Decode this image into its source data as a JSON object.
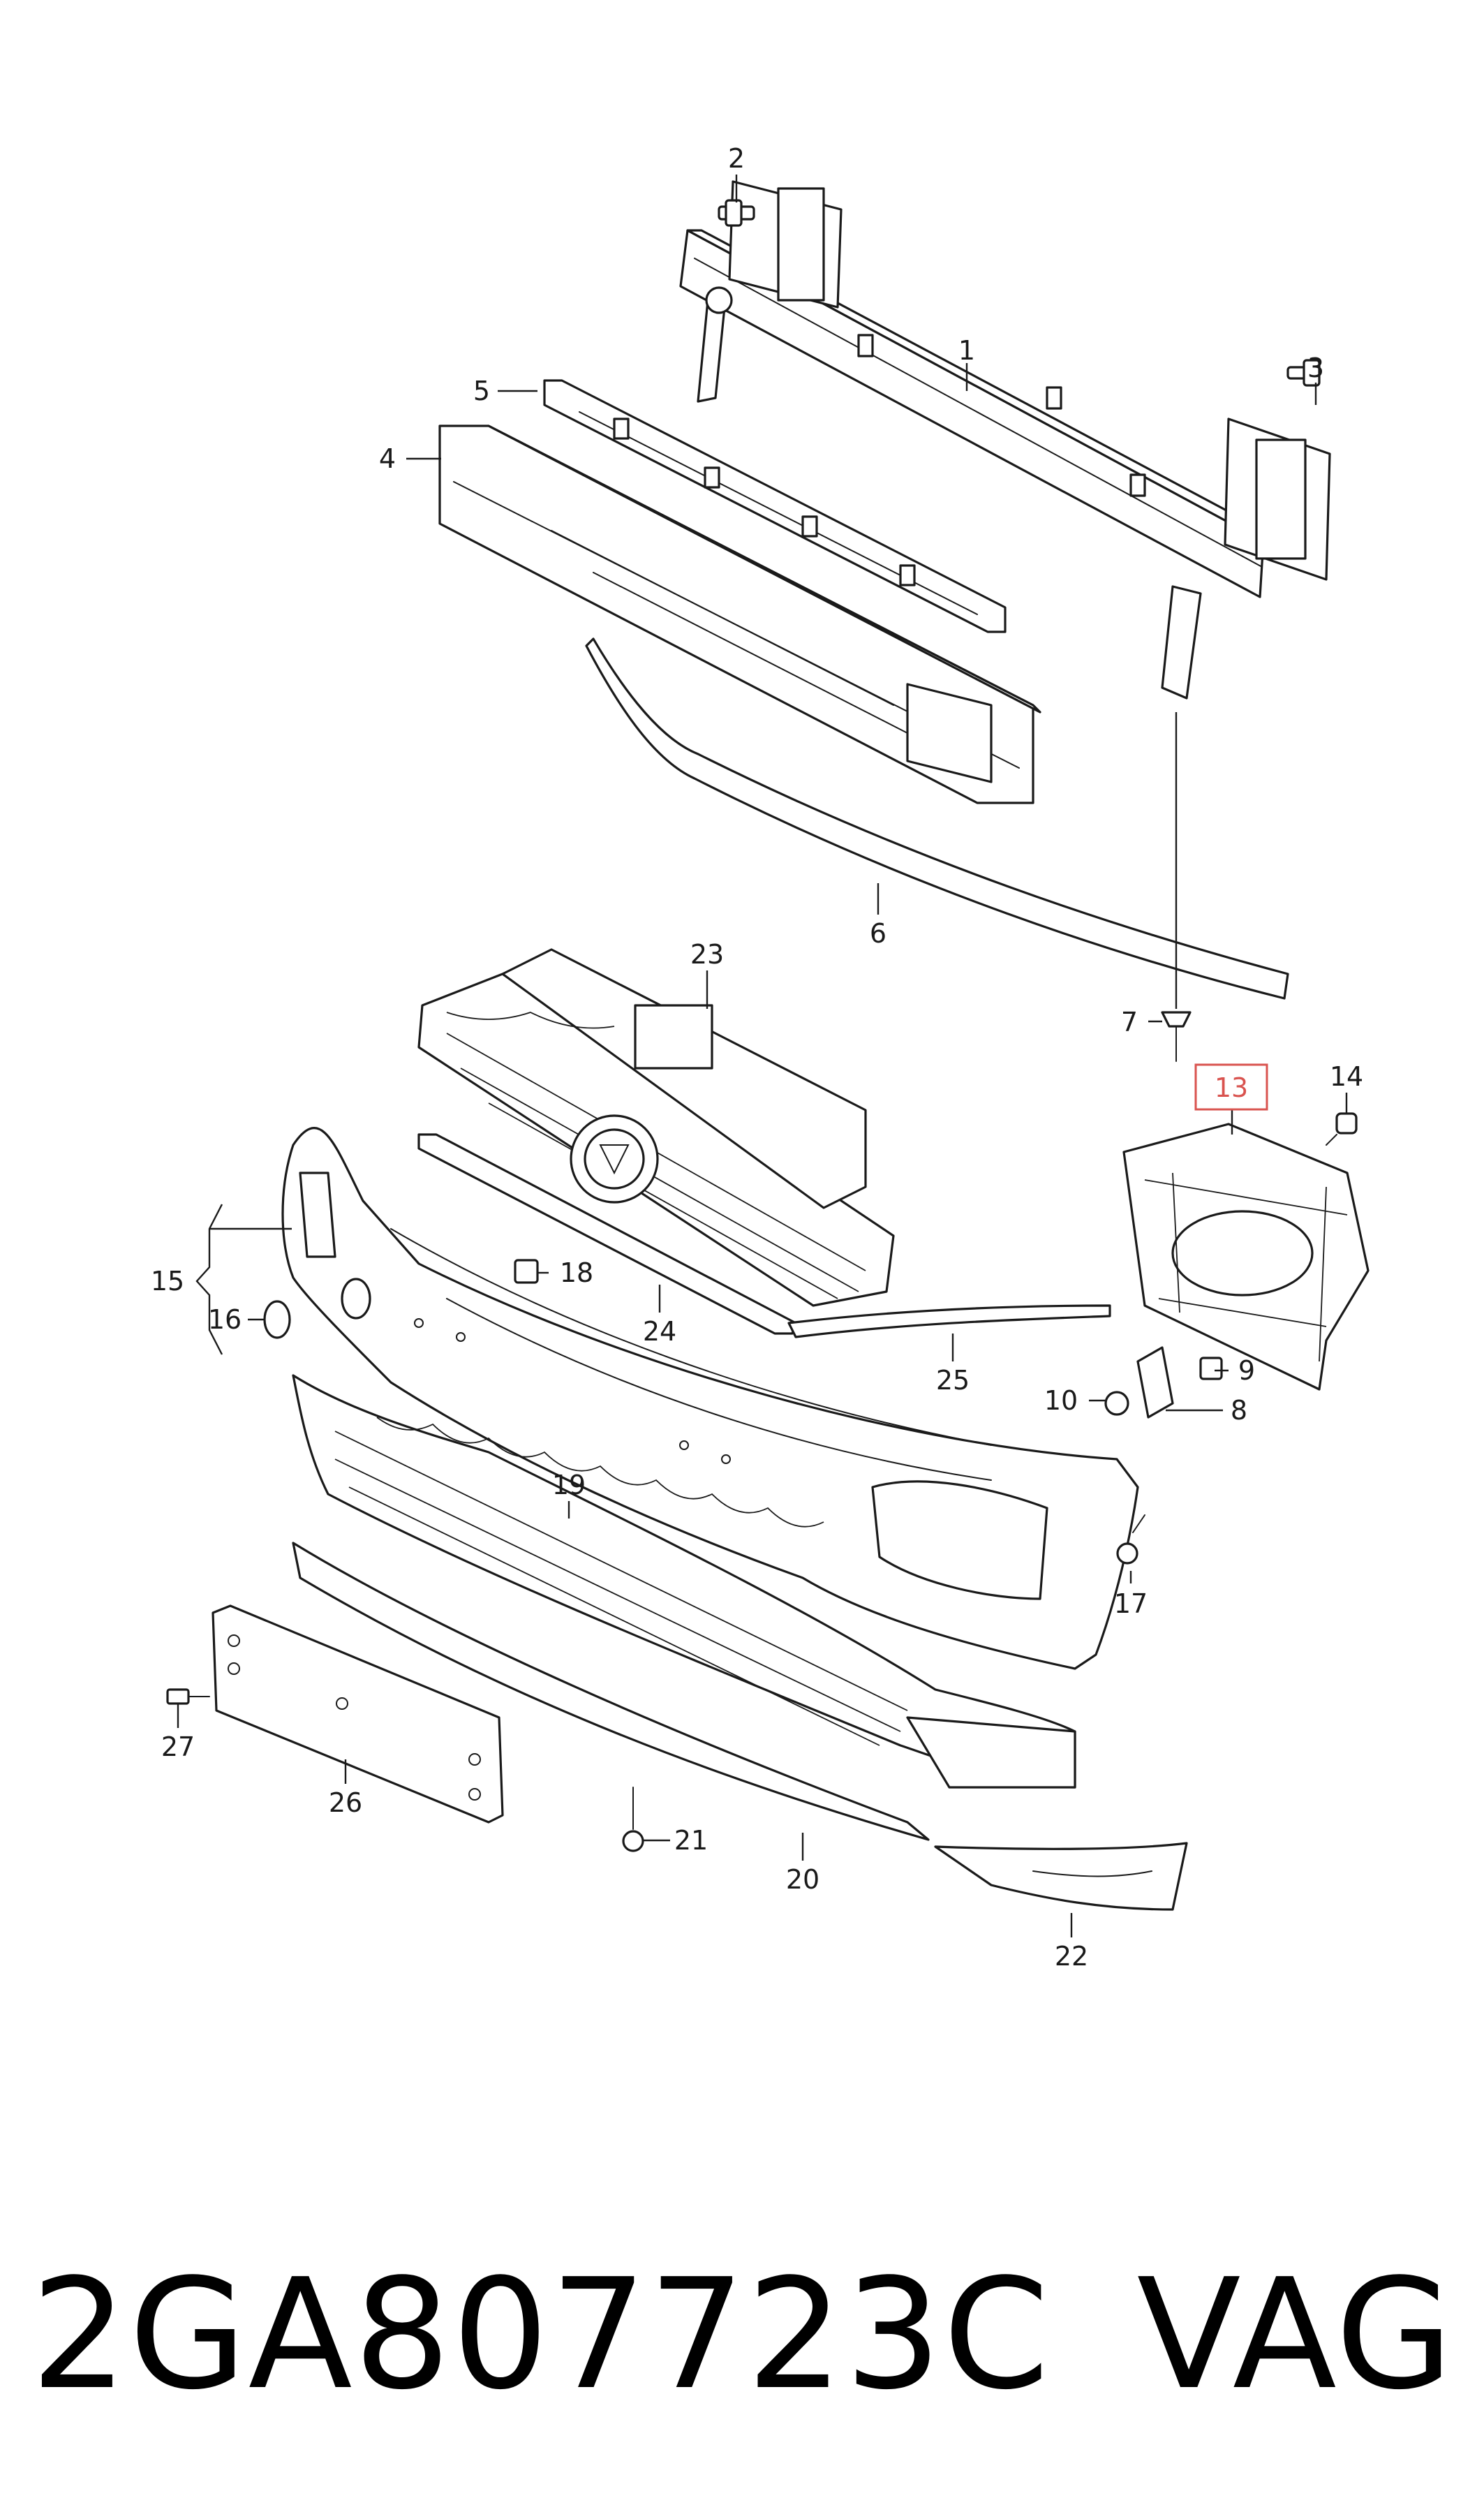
{
  "diagram": {
    "callouts": [
      "1",
      "2",
      "3",
      "4",
      "5",
      "6",
      "7",
      "8",
      "9",
      "10",
      "13",
      "14",
      "15",
      "16",
      "17",
      "18",
      "19",
      "20",
      "21",
      "22",
      "23",
      "24",
      "25",
      "26",
      "27"
    ],
    "highlighted_callout": "13",
    "highlight_color": "#d9534f",
    "line_color": "#1a1a1a"
  },
  "caption": {
    "part_number": "2GA807723C",
    "brand": "VAG"
  }
}
